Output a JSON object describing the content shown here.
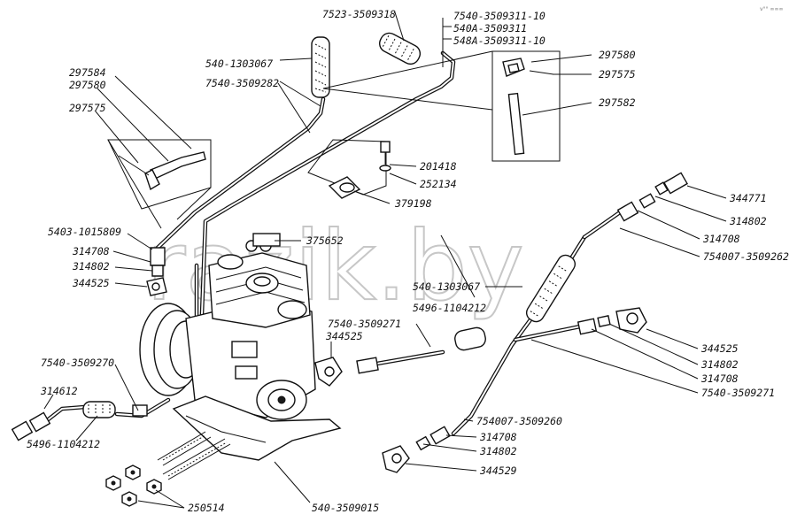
{
  "corner_mark": "v°° ∞∞∞",
  "watermark": "razik.by",
  "labels": {
    "l_7523_3509318": "7523-3509318",
    "l_7540_3509311_10": "7540-3509311-10",
    "l_540a_3509311": "540А-3509311",
    "l_548a_3509311_10": "548А-3509311-10",
    "l_540_1303067_top": "540-1303067",
    "l_7540_3509282": "7540-3509282",
    "l_297584": "297584",
    "l_297580_left": "297580",
    "l_297575_left": "297575",
    "l_297580_right": "297580",
    "l_297575_right": "297575",
    "l_297582": "297582",
    "l_201418": "201418",
    "l_252134": "252134",
    "l_379198": "379198",
    "l_5403_1015809": "5403-1015809",
    "l_314708_left": "314708",
    "l_314802_left": "314802",
    "l_344525_left": "344525",
    "l_375652": "375652",
    "l_344771": "344771",
    "l_314802_r1": "314802",
    "l_314708_r1": "314708",
    "l_754007_3509262": "754007-3509262",
    "l_540_1303067_mid": "540-1303067",
    "l_5496_1104212_mid": "5496-1104212",
    "l_7540_3509271_mid": "7540-3509271",
    "l_344525_mid": "344525",
    "l_344525_r2": "344525",
    "l_314802_r2": "314802",
    "l_314708_r2": "314708",
    "l_7540_3509271_r2": "7540-3509271",
    "l_7540_3509270": "7540-3509270",
    "l_314612": "314612",
    "l_5496_1104212_bot": "5496-1104212",
    "l_754007_3509260": "754007-3509260",
    "l_314708_bot": "314708",
    "l_314802_bot": "314802",
    "l_344529": "344529",
    "l_250514": "250514",
    "l_540_3509015": "540-3509015"
  }
}
